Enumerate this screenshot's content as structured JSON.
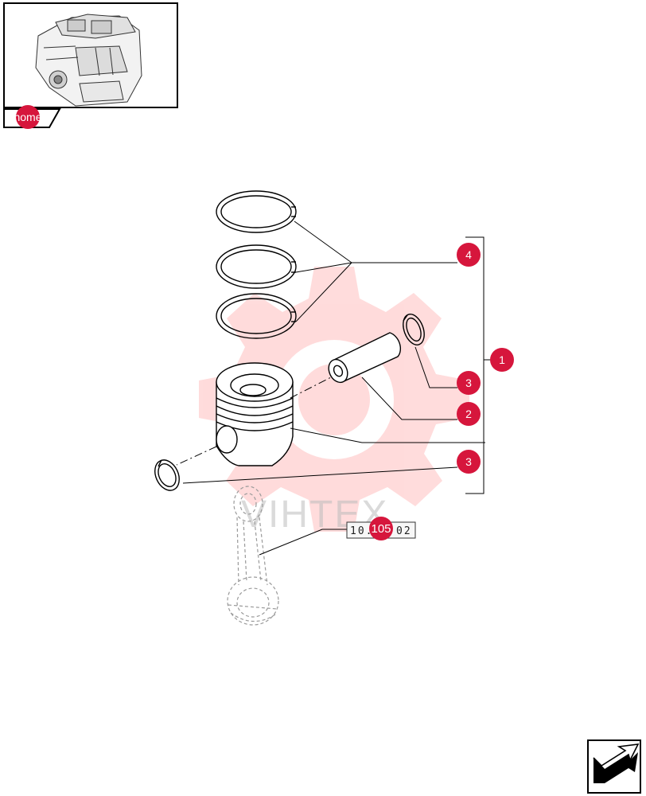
{
  "colors": {
    "callout": "#d6163c",
    "line": "#000000",
    "watermark": "#ff3b3b"
  },
  "home": {
    "label": "home"
  },
  "callouts": {
    "c4": "4",
    "c1": "1",
    "c3_upper": "3",
    "c2": "2",
    "c3_lower": "3"
  },
  "reference": {
    "prefix": "10.",
    "number": "105",
    "suffix": "02"
  },
  "watermark": {
    "text": "VIHTEX"
  },
  "icons": {
    "engine": "engine-thumbnail-icon",
    "next": "next-page-arrow-icon"
  }
}
